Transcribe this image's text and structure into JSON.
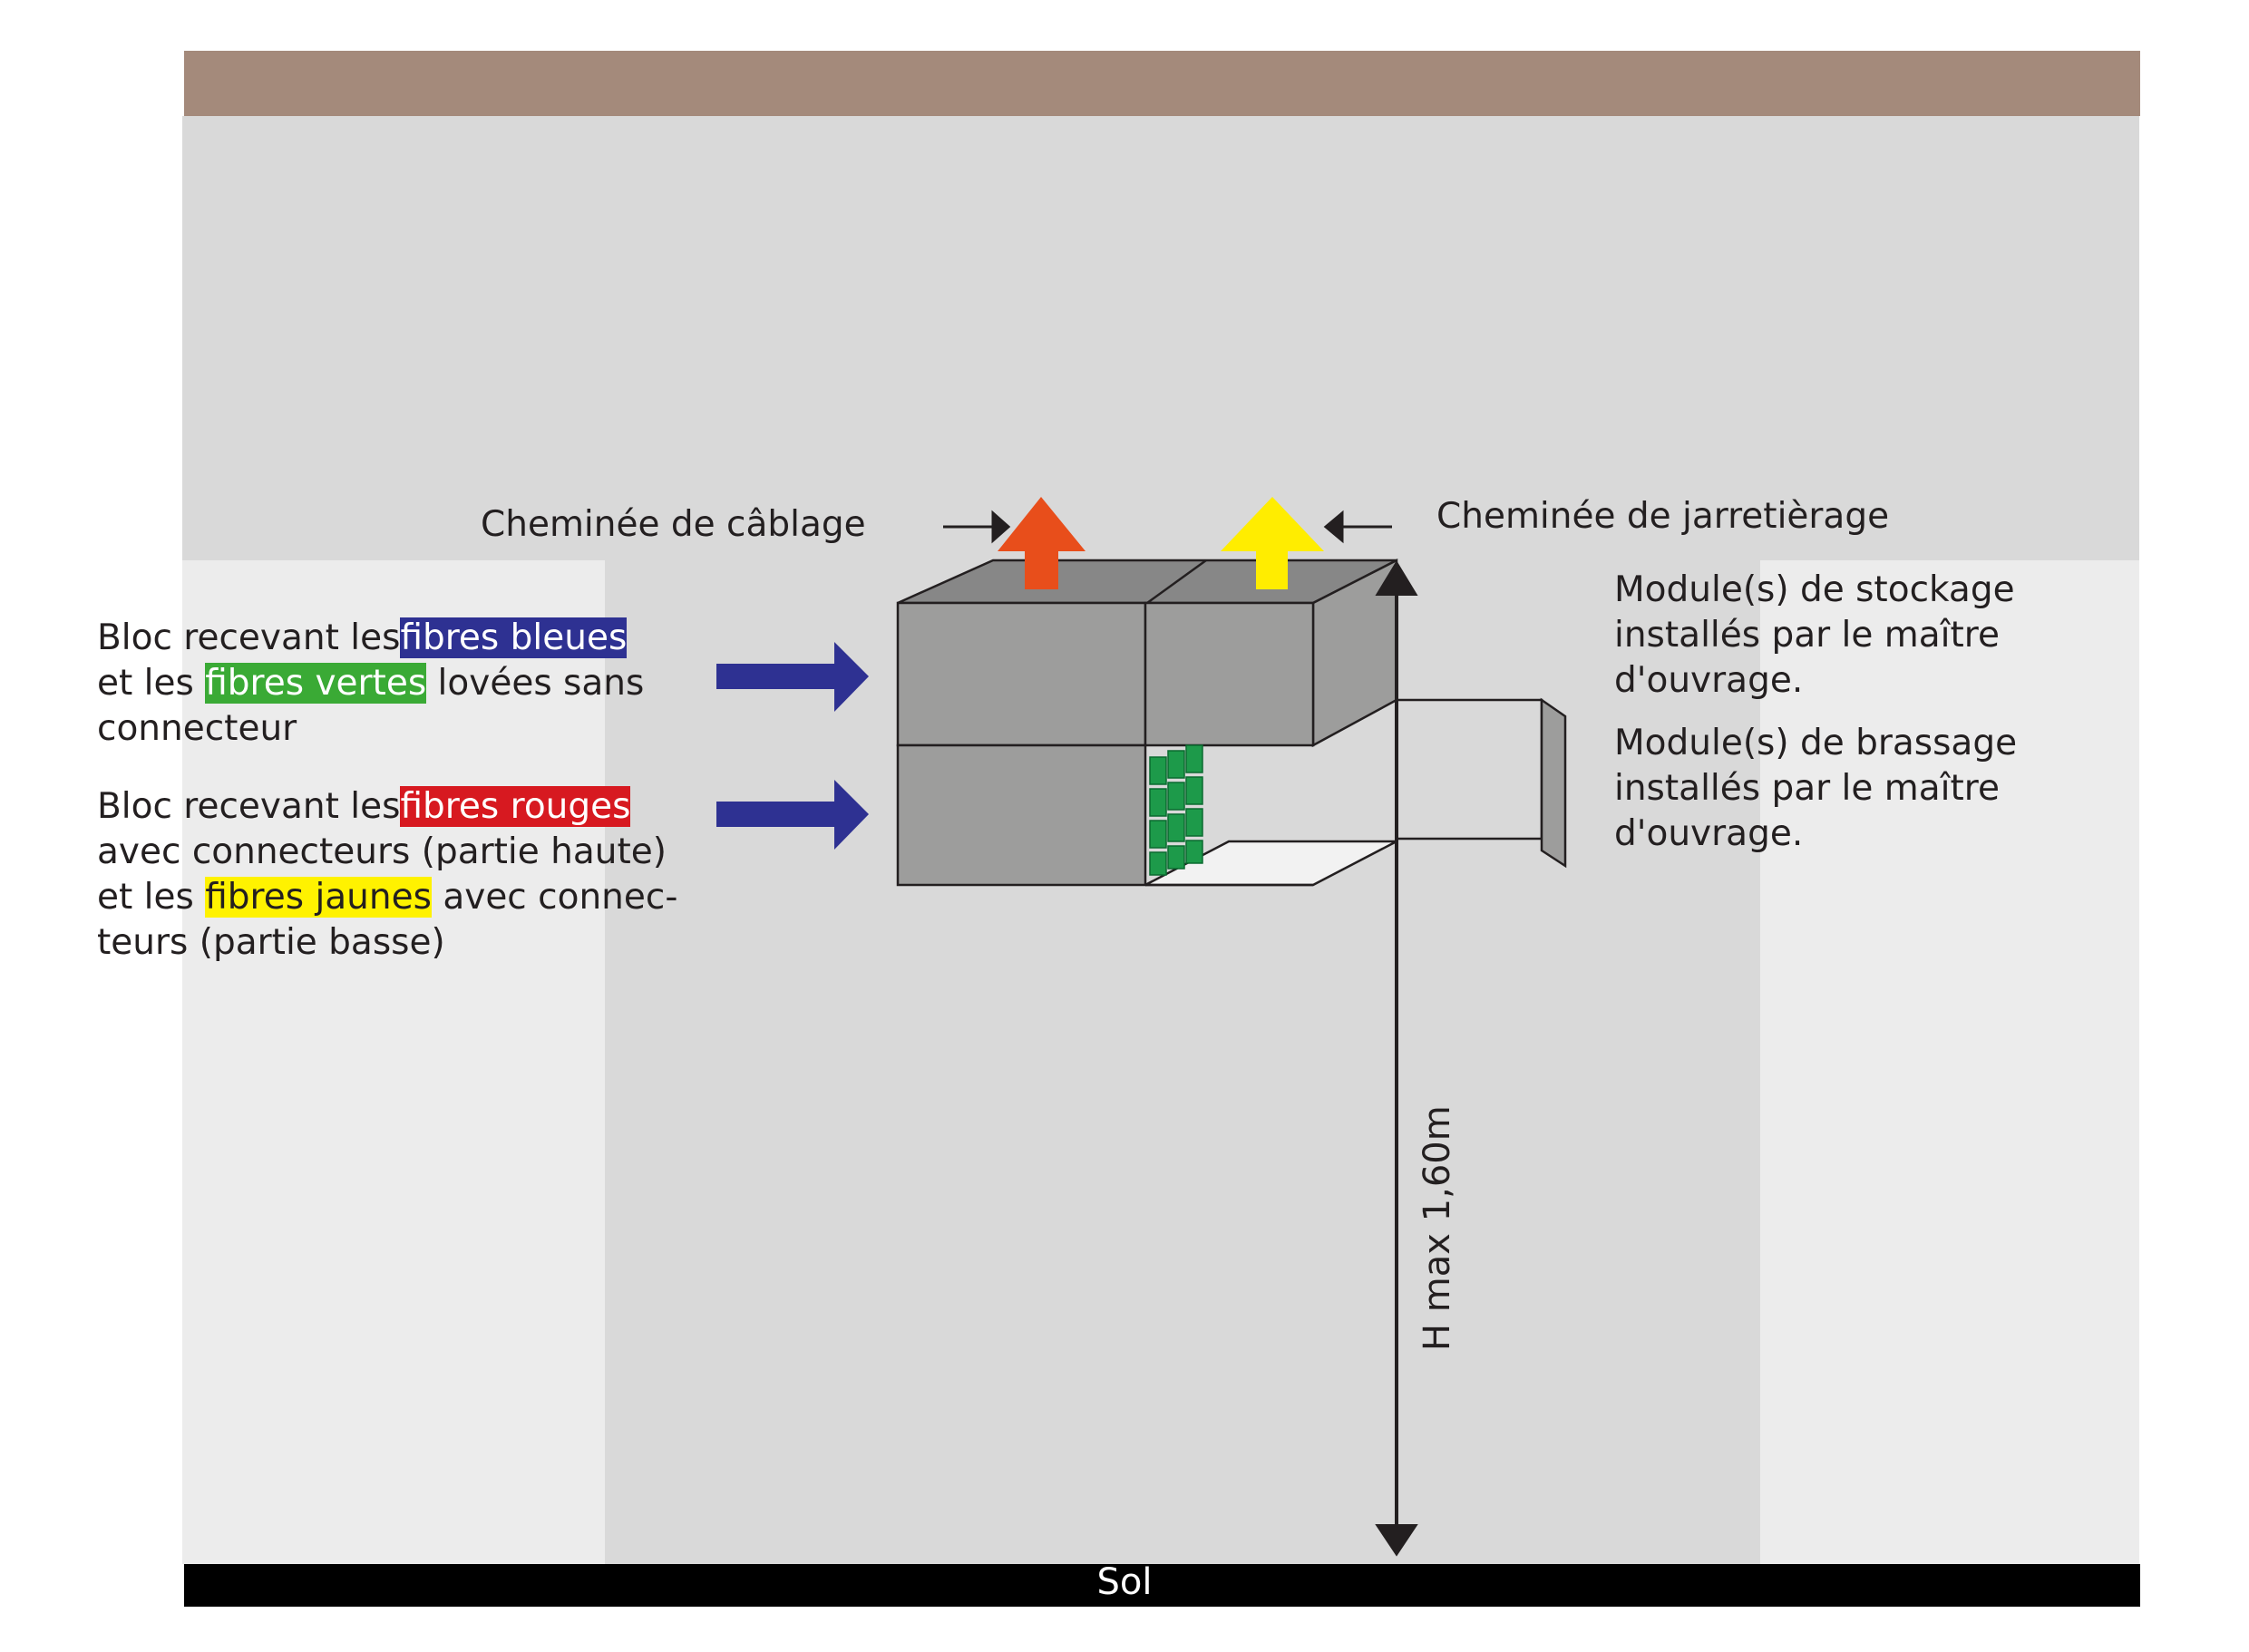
{
  "labels": {
    "chimney_cabling": "Cheminée de câblage",
    "chimney_jumper": "Cheminée de jarretièrage",
    "storage_module": [
      "Module(s) de stockage",
      "installés par le maître",
      "d'ouvrage."
    ],
    "patch_module": [
      "Module(s) de brassage",
      "installés par le maître",
      "d'ouvrage."
    ],
    "block_top": {
      "line1_pre": "Bloc recevant les",
      "line1_hl": "fibres bleues",
      "line2_pre": "et les ",
      "line2_hl": "fibres vertes",
      "line2_post": " lovées sans",
      "line3": "connecteur"
    },
    "block_bottom": {
      "line1_pre": "Bloc recevant les",
      "line1_hl": "fibres rouges",
      "line2": "avec connecteurs (partie haute)",
      "line3_pre": "et les ",
      "line3_hl": "fibres jaunes",
      "line3_post": " avec connec-",
      "line4": "teurs (partie basse)"
    },
    "height": "H max 1,60m",
    "floor": "Sol"
  },
  "colors": {
    "ceiling": "#a48a7b",
    "wall_upper": "#d9d9d9",
    "wall_side": "#ececec",
    "wall_center": "#d9d9d9",
    "floor": "#000000",
    "block_front": "#9d9d9c",
    "block_top": "#878787",
    "arrow_blue": "#2e3192",
    "arrow_orange": "#e84e1b",
    "arrow_yellow": "#ffed00",
    "connector_green": "#1d9a4a",
    "fibre_blue": "#2e3192",
    "fibre_green": "#3aaa35",
    "fibre_red": "#d71920",
    "fibre_yellow": "#fff200"
  },
  "icons": [
    "arrow-right-icon",
    "arrow-up-icon",
    "double-arrow-icon"
  ]
}
